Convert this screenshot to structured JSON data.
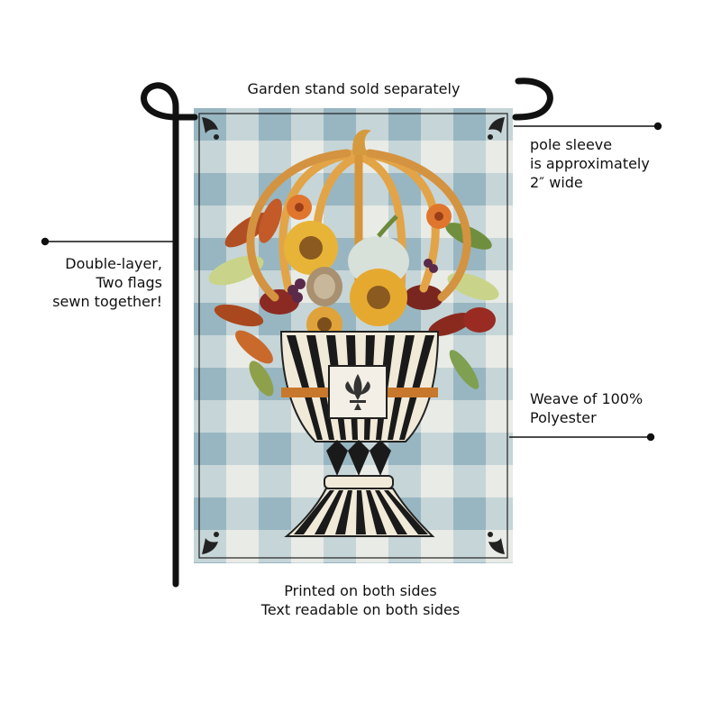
{
  "annotations": {
    "stand_note": "Garden stand sold separately",
    "pole_sleeve": [
      "pole sleeve",
      "is approximately",
      "2″ wide"
    ],
    "double_layer": [
      "Double-layer,",
      "Two flags",
      "sewn together!"
    ],
    "weave": [
      "Weave of 100%",
      "Polyester"
    ],
    "printed": [
      "Printed on both sides",
      "Text readable on both sides"
    ]
  },
  "colors": {
    "check_light": "#e9ebe6",
    "check_blue": "#a9c2cc",
    "check_dark": "#8fb0bd",
    "pole": "#111111",
    "pumpkin_frame": "#e2a447",
    "urn_black": "#1a1a1a",
    "urn_cream": "#f1ead9",
    "band_orange": "#c8782c"
  },
  "icons": [
    "fleur-de-lis-icon",
    "corner-flourish-icon",
    "pinecone-icon",
    "sunflower-icon"
  ]
}
